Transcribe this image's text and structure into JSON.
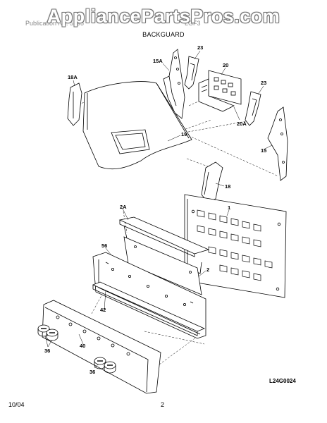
{
  "header": {
    "watermark": "AppliancePartsPros.com",
    "left_text": "Publication No. 5995",
    "right_text": "LGF3",
    "section_title": "BACKGUARD"
  },
  "callouts": {
    "c23a": "23",
    "c15a": "15A",
    "c20": "20",
    "c23b": "23",
    "c18a": "18A",
    "c20a": "20A",
    "c19": "19",
    "c15": "15",
    "c18": "18",
    "c1": "1",
    "c2a": "2A",
    "c56": "56",
    "c2": "2",
    "c42": "42",
    "c36a": "36",
    "c40": "40",
    "c36b": "36"
  },
  "drawing_code": "L24G0024",
  "footer": {
    "date": "10/04",
    "page": "2"
  }
}
